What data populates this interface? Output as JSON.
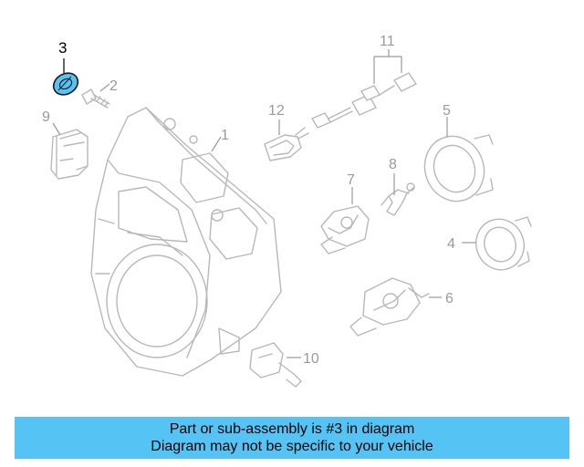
{
  "callouts": {
    "c1": "1",
    "c2": "2",
    "c3": "3",
    "c4": "4",
    "c5": "5",
    "c6": "6",
    "c7": "7",
    "c8": "8",
    "c9": "9",
    "c10": "10",
    "c11": "11",
    "c12": "12"
  },
  "highlighted_part": "3",
  "colors": {
    "highlight_fill": "#55c4f5",
    "line_art": "#b8b8b8",
    "banner_bg": "#55c4f5"
  },
  "banner": {
    "line1": "Part or sub-assembly is #3 in diagram",
    "line2": "Diagram may not be specific to your vehicle"
  }
}
